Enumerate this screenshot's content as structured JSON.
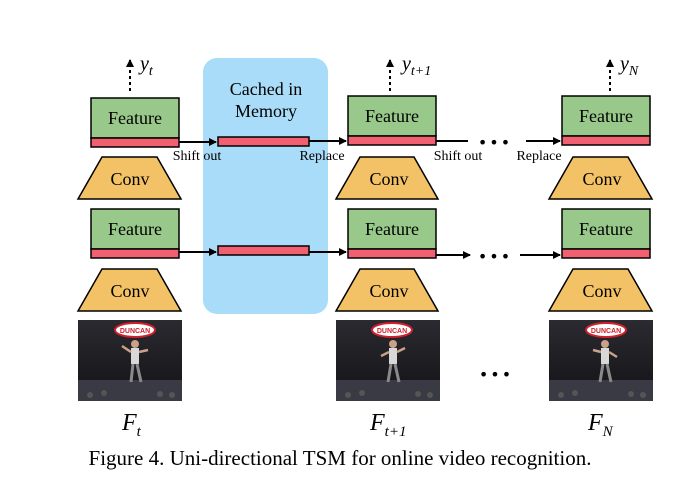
{
  "cache": {
    "label_line1": "Cached in",
    "label_line2": "Memory"
  },
  "block": {
    "feature_label": "Feature",
    "conv_label": "Conv"
  },
  "columns": [
    {
      "output_main": "y",
      "output_sub": "t",
      "frame_main": "F",
      "frame_sub": "t"
    },
    {
      "output_main": "y",
      "output_sub": "t+1",
      "frame_main": "F",
      "frame_sub": "t+1"
    },
    {
      "output_main": "y",
      "output_sub": "N",
      "frame_main": "F",
      "frame_sub": "N"
    }
  ],
  "annotations": {
    "shift_out_1": "Shift out",
    "replace_1": "Replace",
    "shift_out_2": "Shift out",
    "replace_2": "Replace"
  },
  "ellipsis": "•••",
  "video_banner": "DUNCAN",
  "caption": {
    "figure_label": "Figure 4.",
    "text": " Uni-directional TSM for online video recognition."
  },
  "colors": {
    "feature_fill": "#98c98a",
    "conv_fill": "#f4c266",
    "shift_bar": "#f06070",
    "cache_bg": "#a9dcf8"
  }
}
